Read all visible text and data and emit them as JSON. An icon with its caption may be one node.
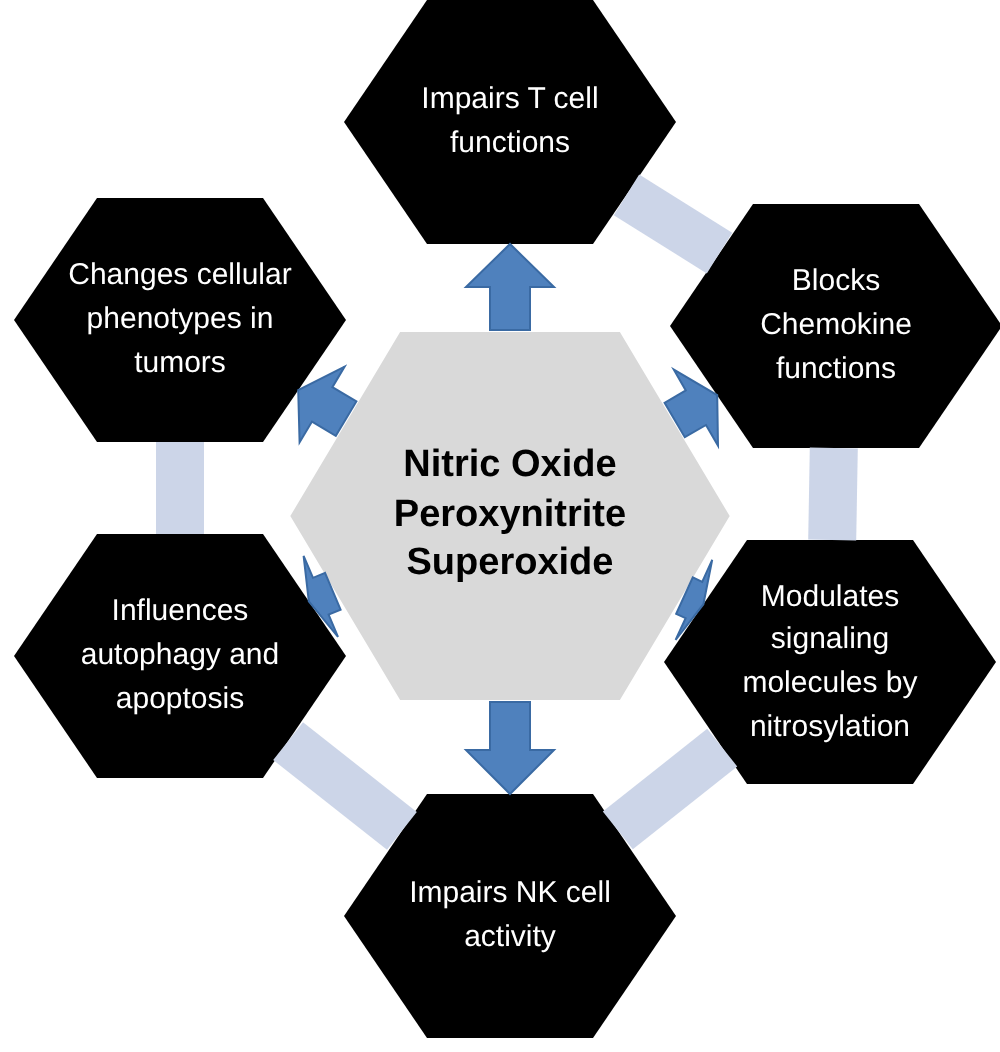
{
  "diagram": {
    "nodes": [
      {
        "text": [
          "Nitric Oxide",
          "Peroxynitrite",
          "Superoxide"
        ]
      },
      {
        "text": [
          "Impairs T cell functions"
        ]
      },
      {
        "text": [
          "Changes cellular phenotypes in tumors"
        ]
      },
      {
        "text": [
          "Blocks Chemokine functions"
        ]
      },
      {
        "text": [
          "Influences autophagy and apoptosis"
        ]
      },
      {
        "text": [
          "Modulates signaling molecules by nitrosylation"
        ]
      },
      {
        "text": [
          "Impairs NK cell activity"
        ]
      }
    ],
    "edges": [
      {
        "from": 0,
        "to": 1,
        "arrow": "to",
        "style": "thick",
        "color": "#4f81bd"
      },
      {
        "from": 0,
        "to": 2,
        "arrow": "to",
        "style": "thick",
        "color": "#4f81bd"
      },
      {
        "from": 0,
        "to": 3,
        "arrow": "to",
        "style": "thick",
        "color": "#4f81bd"
      },
      {
        "from": 0,
        "to": 4,
        "arrow": "to",
        "style": "thick",
        "color": "#4f81bd"
      },
      {
        "from": 0,
        "to": 5,
        "arrow": "to",
        "style": "thick",
        "color": "#4f81bd"
      },
      {
        "from": 0,
        "to": 6,
        "arrow": "to",
        "style": "thick",
        "color": "#4f81bd"
      },
      {
        "from": 1,
        "to": 3,
        "arrow": "none",
        "style": "thick",
        "color": "#ccd5e8"
      },
      {
        "from": 3,
        "to": 5,
        "arrow": "none",
        "style": "thick",
        "color": "#ccd5e8"
      },
      {
        "from": 5,
        "to": 6,
        "arrow": "none",
        "style": "thick",
        "color": "#ccd5e8"
      },
      {
        "from": 6,
        "to": 4,
        "arrow": "none",
        "style": "thick",
        "color": "#ccd5e8"
      },
      {
        "from": 4,
        "to": 2,
        "arrow": "none",
        "style": "thick",
        "color": "#ccd5e8"
      }
    ]
  }
}
